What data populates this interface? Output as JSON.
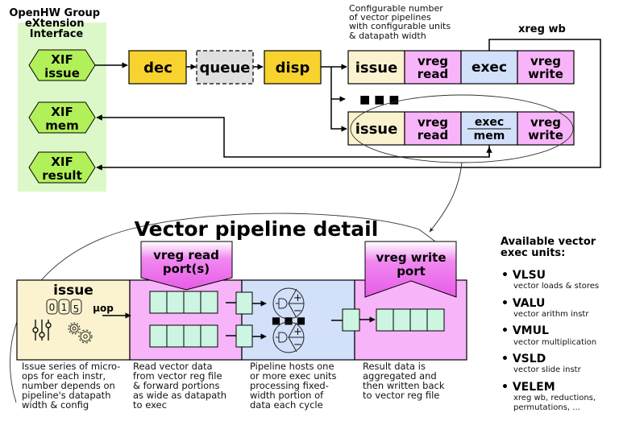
{
  "xif": {
    "title_lines": [
      "OpenHW Group",
      "eXtension",
      "Interface"
    ],
    "issue": [
      "XIF",
      "issue"
    ],
    "mem": [
      "XIF",
      "mem"
    ],
    "result": [
      "XIF",
      "result"
    ]
  },
  "frontend": {
    "dec": "dec",
    "queue": "queue",
    "disp": "disp"
  },
  "pipelines_note": [
    "Configurable number",
    "of vector pipelines",
    "with configurable units",
    "& datapath width"
  ],
  "xreg_wb": "xreg wb",
  "pipeline1": {
    "issue": "issue",
    "vreg_read": [
      "vreg",
      "read"
    ],
    "exec": "exec",
    "vreg_write": [
      "vreg",
      "write"
    ]
  },
  "ellipsis": "■ ■ ■",
  "pipeline2": {
    "issue": "issue",
    "vreg_read": [
      "vreg",
      "read"
    ],
    "exec_mem": [
      "exec",
      "mem"
    ],
    "vreg_write": [
      "vreg",
      "write"
    ]
  },
  "detail": {
    "title": "Vector pipeline detail",
    "read_port": [
      "vreg read",
      "port(s)"
    ],
    "write_port": [
      "vreg write",
      "port"
    ],
    "issue_label": "issue",
    "counter_digits": [
      "0",
      "1",
      "5"
    ],
    "uop_label": "μop",
    "captions": {
      "issue": [
        "Issue series of micro-",
        "ops for each instr,",
        "number depends on",
        "pipeline's datapath",
        "width & config"
      ],
      "read": [
        "Read vector data",
        "from vector reg file",
        "& forward portions",
        "as wide as datapath",
        "to exec"
      ],
      "exec": [
        "Pipeline hosts one",
        "or more exec units",
        "processing fixed-",
        "width portion of",
        "data each cycle"
      ],
      "write": [
        "Result data is",
        "aggregated and",
        "then written back",
        "to vector reg file"
      ]
    }
  },
  "units": {
    "title": [
      "Available vector",
      "exec units:"
    ],
    "items": [
      {
        "name": "VLSU",
        "desc": [
          "vector loads & stores"
        ]
      },
      {
        "name": "VALU",
        "desc": [
          "vector arithm instr"
        ]
      },
      {
        "name": "VMUL",
        "desc": [
          "vector multiplication"
        ]
      },
      {
        "name": "VSLD",
        "desc": [
          "vector slide instr"
        ]
      },
      {
        "name": "VELEM",
        "desc": [
          "xreg wb, reductions,",
          "permutations, ..."
        ]
      }
    ]
  },
  "colors": {
    "xif_bg": "#ddf8c8",
    "xif_hex": "#b2f05a",
    "frontend": "#f8d22e",
    "queue": "#e0e0e0",
    "issue": "#fbf3cf",
    "vreg": "#f7b4f8",
    "exec": "#d2e0fa",
    "port": "#ee55ee",
    "register": "#ccf5e2"
  }
}
